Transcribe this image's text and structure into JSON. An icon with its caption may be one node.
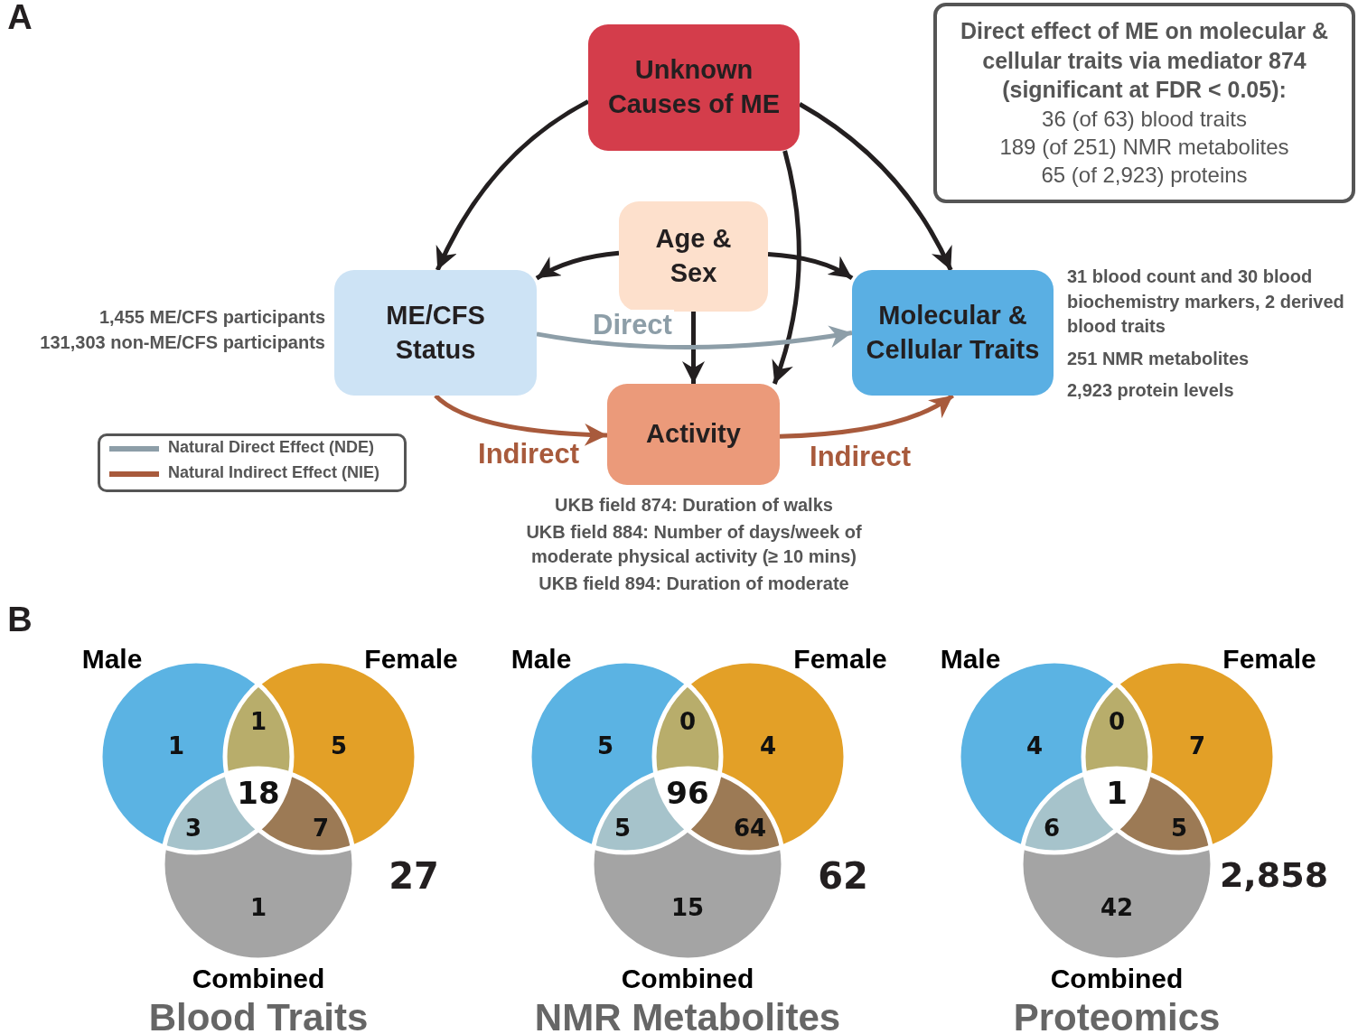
{
  "diagram": {
    "nodes": [
      {
        "text": [
          "Unknown Causes of ME"
        ]
      },
      {
        "text": [
          "Age & Sex"
        ]
      },
      {
        "text": [
          "ME/CFS Status"
        ],
        "beside": [
          "1,455 ME/CFS participants",
          "131,303 non-ME/CFS participants"
        ]
      },
      {
        "text": [
          "Molecular & Cellular Traits"
        ],
        "beside": [
          "31 blood count and 30 blood biochemistry markers, 2 derived blood traits",
          "251 NMR metabolites",
          "2,923 protein levels"
        ]
      },
      {
        "text": [
          "Activity"
        ],
        "beside": [
          "UKB field 874: Duration of walks",
          "UKB field 884: Number of days/week of moderate physical activity (≥ 10 mins)",
          "UKB field 894: Duration of moderate"
        ]
      },
      {
        "text": [
          "Direct effect of ME on molecular & cellular traits via mediator 874 (significant at FDR < 0.05):",
          "36 (of 63) blood traits",
          "189 (of 251) NMR metabolites",
          "65 (of 2,923) proteins"
        ]
      }
    ],
    "edges": [
      {
        "from": 0,
        "to": 2,
        "arrow": "to"
      },
      {
        "from": 0,
        "to": 3,
        "arrow": "to"
      },
      {
        "from": 0,
        "to": 4,
        "arrow": "to"
      },
      {
        "from": 1,
        "to": 2,
        "arrow": "to"
      },
      {
        "from": 1,
        "to": 3,
        "arrow": "to"
      },
      {
        "from": 1,
        "to": 4,
        "arrow": "to"
      },
      {
        "from": 2,
        "to": 3,
        "arrow": "to",
        "label": "Direct",
        "color": "#8d9ea8"
      },
      {
        "from": 2,
        "to": 4,
        "arrow": "to",
        "label": "Indirect",
        "color": "#a85a3c"
      },
      {
        "from": 4,
        "to": 3,
        "arrow": "to",
        "label": "Indirect",
        "color": "#a85a3c"
      }
    ],
    "labels": [
      "A",
      "B",
      "Male",
      "Female",
      "1",
      "1",
      "5",
      "18",
      "3",
      "7",
      "27",
      "1",
      "Combined",
      "Blood Traits",
      "Male",
      "Female",
      "5",
      "0",
      "4",
      "96",
      "5",
      "64",
      "62",
      "15",
      "Combined",
      "NMR Metabolites",
      "Male",
      "Female",
      "4",
      "0",
      "7",
      "1",
      "6",
      "5",
      "2,858",
      "42",
      "Combined",
      "Proteomics"
    ],
    "legend": [
      {
        "text": "Natural Direct Effect (NDE)",
        "color": "#8d9ea8"
      },
      {
        "text": "Natural Indirect Effect (NIE)",
        "color": "#a85a3c"
      }
    ]
  }
}
